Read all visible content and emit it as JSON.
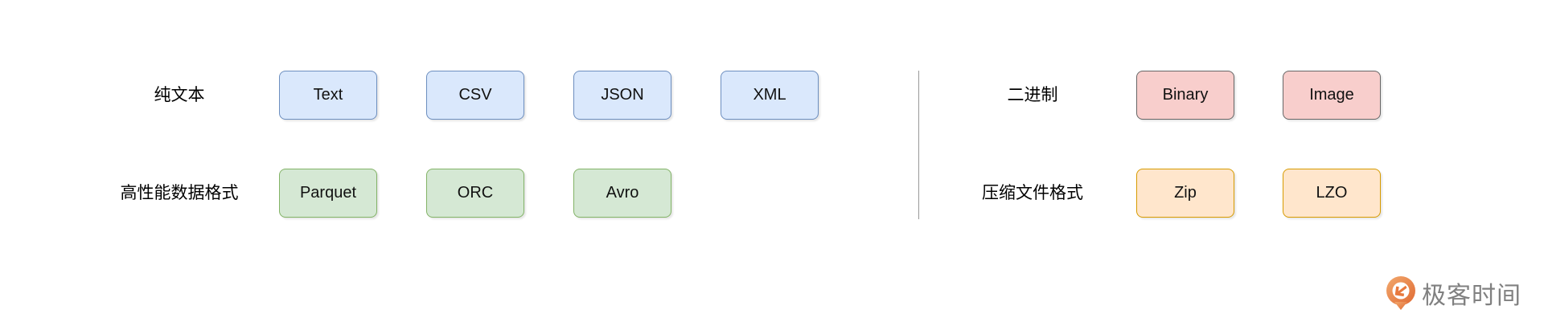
{
  "diagram": {
    "background": "#ffffff",
    "divider_color": "#999999",
    "groups": [
      {
        "id": "plain-text",
        "label": "纯文本",
        "style": "blue",
        "fill": "#dae8fc",
        "stroke": "#6c8ebf",
        "items": [
          "Text",
          "CSV",
          "JSON",
          "XML"
        ]
      },
      {
        "id": "high-performance-data-formats",
        "label": "高性能数据格式",
        "style": "green",
        "fill": "#d5e8d4",
        "stroke": "#82b366",
        "items": [
          "Parquet",
          "ORC",
          "Avro"
        ]
      },
      {
        "id": "binary",
        "label": "二进制",
        "style": "pink",
        "fill": "#f8cecc",
        "stroke": "#666666",
        "items": [
          "Binary",
          "Image"
        ]
      },
      {
        "id": "compressed-file-formats",
        "label": "压缩文件格式",
        "style": "peach",
        "fill": "#ffe6cc",
        "stroke": "#d79b00",
        "items": [
          "Zip",
          "LZO"
        ]
      }
    ],
    "logo": {
      "text": "极客时间",
      "text_color": "#808080",
      "icon_color": "#e8793e"
    }
  }
}
